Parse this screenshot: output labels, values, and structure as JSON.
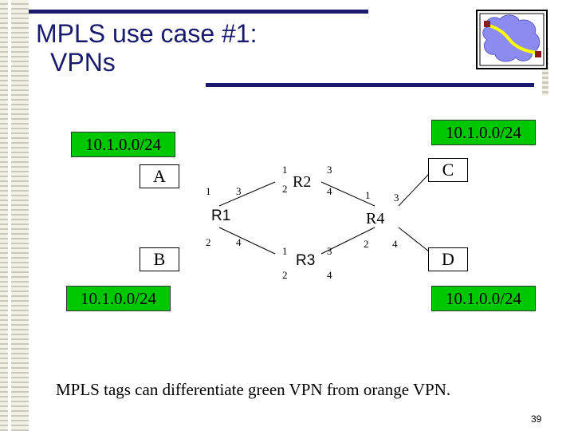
{
  "slide": {
    "title_line1": "MPLS use case #1:",
    "title_line2": "VPNs",
    "caption": "MPLS tags can differentiate green VPN from orange VPN.",
    "page_number": "39"
  },
  "colors": {
    "title": "#1a1a6e",
    "green_vpn": "#00c800",
    "rule": "#1a1a6e"
  },
  "networks": {
    "top_left": "10.1.0.0/24",
    "top_right": "10.1.0.0/24",
    "bottom_left": "10.1.0.0/24",
    "bottom_right": "10.1.0.0/24"
  },
  "hosts": {
    "a": "A",
    "b": "B",
    "c": "C",
    "d": "D"
  },
  "routers": {
    "r1": "R1",
    "r2": "R2",
    "r3": "R3",
    "r4": "R4"
  },
  "ports": {
    "r1_1": "1",
    "r1_3": "3",
    "r1_2": "2",
    "r1_4": "4",
    "r2_1": "1",
    "r2_2": "2",
    "r2_3": "3",
    "r2_4": "4",
    "r3_1": "1",
    "r3_2": "2",
    "r3_3": "3",
    "r3_4": "4",
    "r4_1": "1",
    "r4_3": "3",
    "r4_2": "2",
    "r4_4": "4"
  },
  "logo_icon": "network-cloud-icon"
}
